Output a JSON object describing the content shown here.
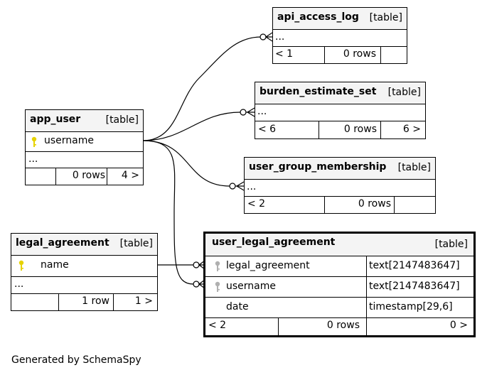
{
  "tables": {
    "api_access_log": {
      "name": "api_access_log",
      "kind": "[table]",
      "ellipsis": "...",
      "prev": "< 1",
      "rows": "0 rows",
      "next": ""
    },
    "burden_estimate_set": {
      "name": "burden_estimate_set",
      "kind": "[table]",
      "ellipsis": "...",
      "prev": "< 6",
      "rows": "0 rows",
      "next": "6 >"
    },
    "user_group_membership": {
      "name": "user_group_membership",
      "kind": "[table]",
      "ellipsis": "...",
      "prev": "< 2",
      "rows": "0 rows",
      "next": ""
    },
    "app_user": {
      "name": "app_user",
      "kind": "[table]",
      "columns": [
        {
          "name": "username",
          "key": true
        }
      ],
      "ellipsis": "...",
      "prev": "",
      "rows": "0 rows",
      "next": "4 >"
    },
    "legal_agreement": {
      "name": "legal_agreement",
      "kind": "[table]",
      "columns": [
        {
          "name": "name",
          "key": true
        }
      ],
      "ellipsis": "...",
      "prev": "",
      "rows": "1 row",
      "next": "1 >"
    },
    "user_legal_agreement": {
      "name": "user_legal_agreement",
      "kind": "[table]",
      "columns": [
        {
          "name": "legal_agreement",
          "type": "text[2147483647]",
          "key": true
        },
        {
          "name": "username",
          "type": "text[2147483647]",
          "key": true
        },
        {
          "name": "date",
          "type": "timestamp[29,6]",
          "key": false
        }
      ],
      "prev": "< 2",
      "rows": "0 rows",
      "next": "0 >"
    }
  },
  "colors": {
    "primary_key": "#e6d200",
    "foreign_key": "#b0b0b0",
    "header_bg": "#f4f4f4"
  },
  "footer": "Generated by SchemaSpy"
}
